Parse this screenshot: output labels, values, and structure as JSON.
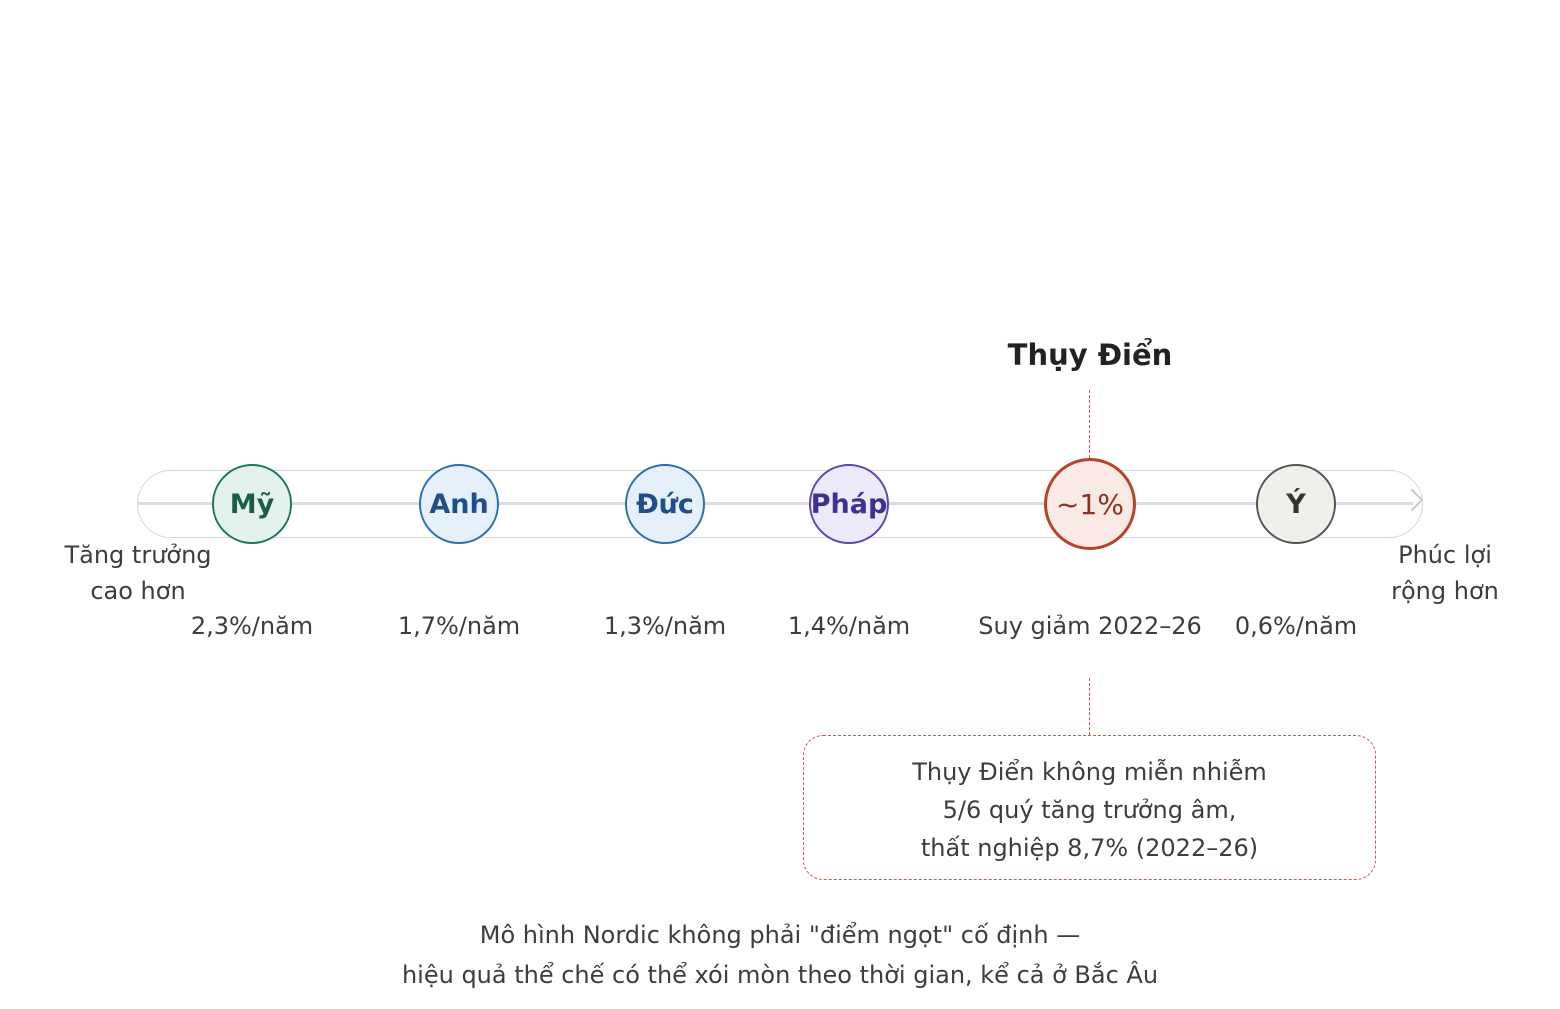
{
  "callout": {
    "title": "Thụy Điển",
    "note_lines": [
      "Thụy Điển không miễn nhiễm",
      "5/6 quý tăng trưởng âm,",
      "thất nghiệp 8,7% (2022–26)"
    ]
  },
  "axis": {
    "left_label": [
      "Tăng trưởng",
      "cao hơn"
    ],
    "right_label": [
      "Phúc lợi",
      "rộng hơn"
    ]
  },
  "nodes": [
    {
      "label": "Mỹ",
      "rate": "2,3%/năm",
      "fill": "#e3f3ec",
      "stroke": "#1f7a5a",
      "text": "#1b5e45"
    },
    {
      "label": "Anh",
      "rate": "1,7%/năm",
      "fill": "#e6f0fb",
      "stroke": "#2e6db0",
      "text": "#1f4f86"
    },
    {
      "label": "Đức",
      "rate": "1,3%/năm",
      "fill": "#e6f0fb",
      "stroke": "#2e6db0",
      "text": "#1f4f86"
    },
    {
      "label": "Pháp",
      "rate": "1,4%/năm",
      "fill": "#ece9fb",
      "stroke": "#5a48b0",
      "text": "#3e3290"
    },
    {
      "label": "~1%",
      "rate": "Suy giảm 2022–26",
      "fill": "#f9eae6",
      "stroke": "#b5442a",
      "text": "#8a3320"
    },
    {
      "label": "Ý",
      "rate": "0,6%/năm",
      "fill": "#f1efea",
      "stroke": "#555555",
      "text": "#333333"
    }
  ],
  "caption": [
    "Mô hình Nordic không phải \"điểm ngọt\" cố định —",
    "hiệu quả thể chế có thể xói mòn theo thời gian, kể cả ở Bắc Âu"
  ]
}
